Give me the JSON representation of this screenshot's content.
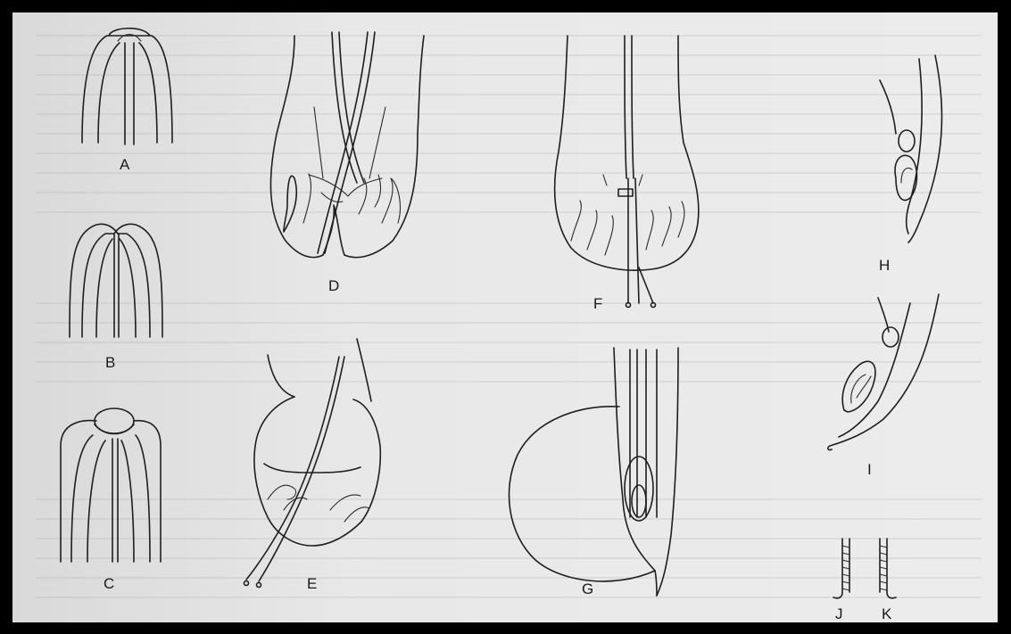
{
  "figure": {
    "labels": {
      "A": "A",
      "B": "B",
      "C": "C",
      "D": "D",
      "E": "E",
      "F": "F",
      "G": "G",
      "H": "H",
      "I": "I",
      "J": "J",
      "K": "K"
    },
    "colors": {
      "frame": "#000000",
      "paper": "#e6e6e6",
      "ink": "#1e1e1e"
    }
  }
}
